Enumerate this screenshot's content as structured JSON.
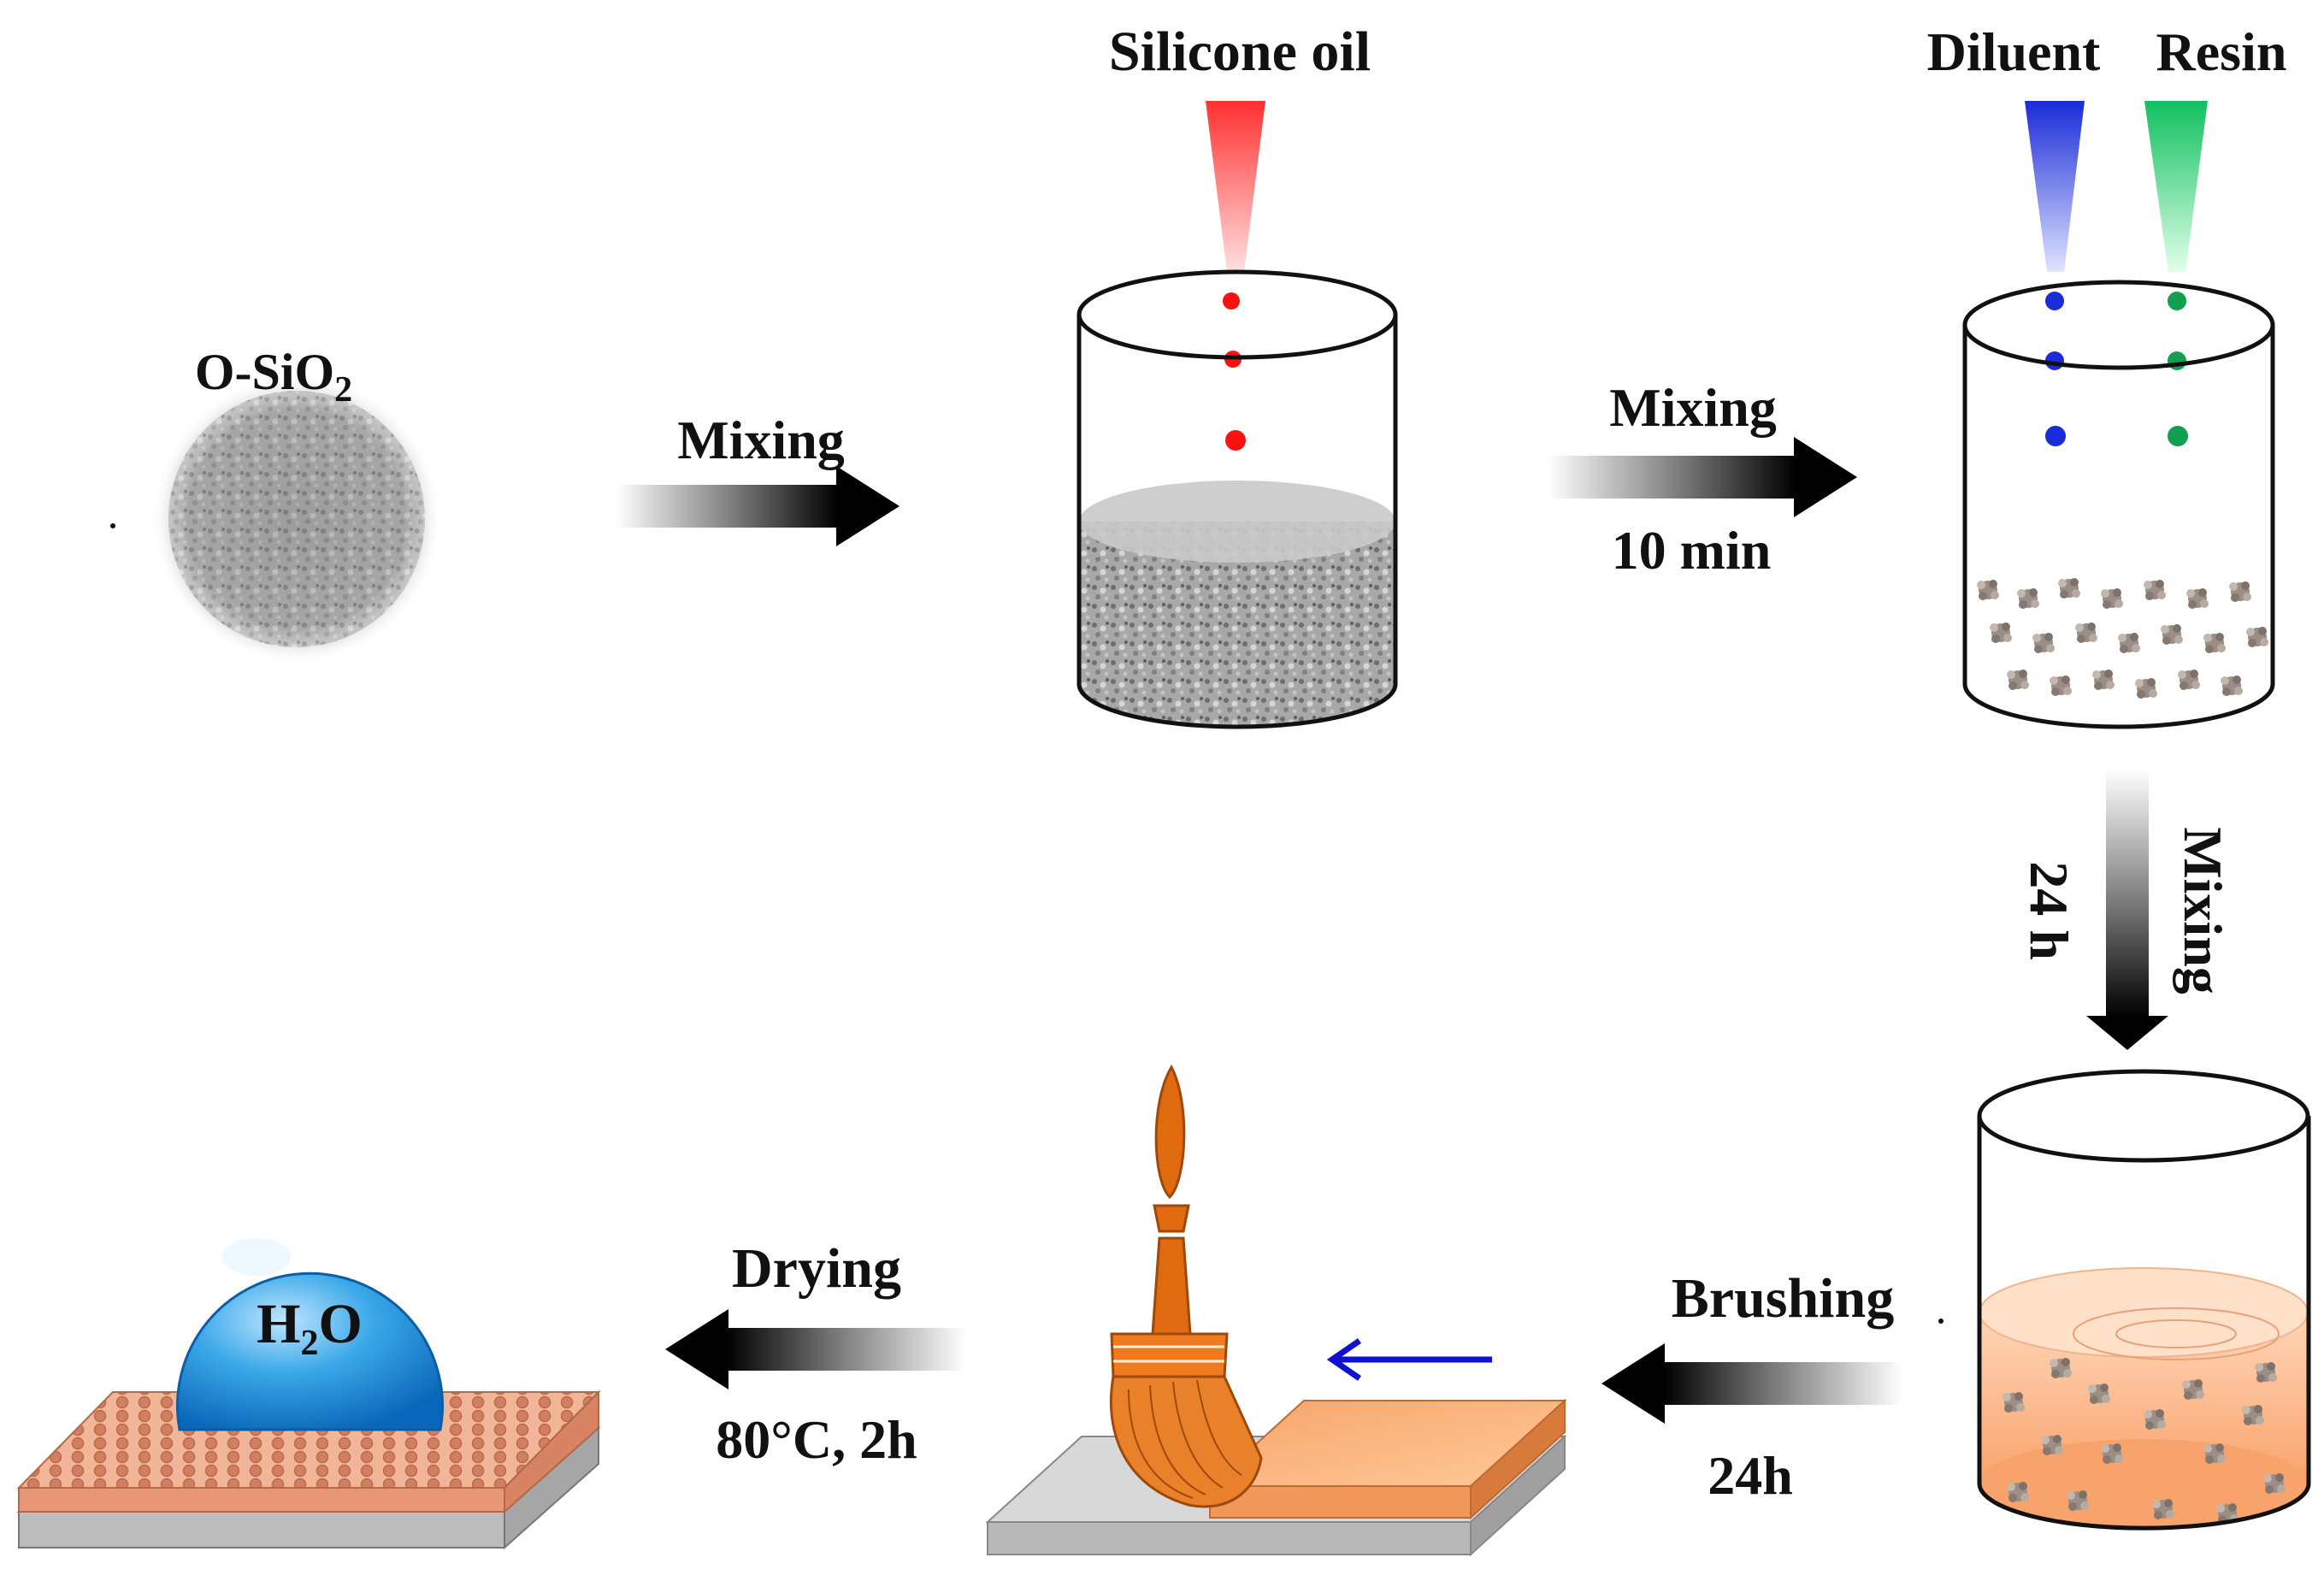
{
  "labels": {
    "particle": "O-SiO",
    "particle_sub": "2",
    "silicone_oil": "Silicone oil",
    "diluent": "Diluent",
    "resin": "Resin",
    "mixing_1": "Mixing",
    "mixing_2": "Mixing",
    "time_2": "10 min",
    "mixing_3": "Mixing",
    "time_3": "24 h",
    "brushing": "Brushing",
    "time_brushing": "24h",
    "drying": "Drying",
    "drying_cond": "80°C, 2h",
    "water": "H",
    "water_sub": "2",
    "water_tail": "O"
  },
  "colors": {
    "silicone_oil": "#ff2020",
    "diluent": "#1a2bd8",
    "resin": "#10b060",
    "resin_liquid": "#f9b98a",
    "coating": "#f0a070",
    "brush_orange": "#e06a10",
    "water_drop": "#3aa8e8",
    "substrate": "#d8d8d8",
    "arrow_dark": "#111111",
    "direction_arrow": "#1010d0"
  }
}
